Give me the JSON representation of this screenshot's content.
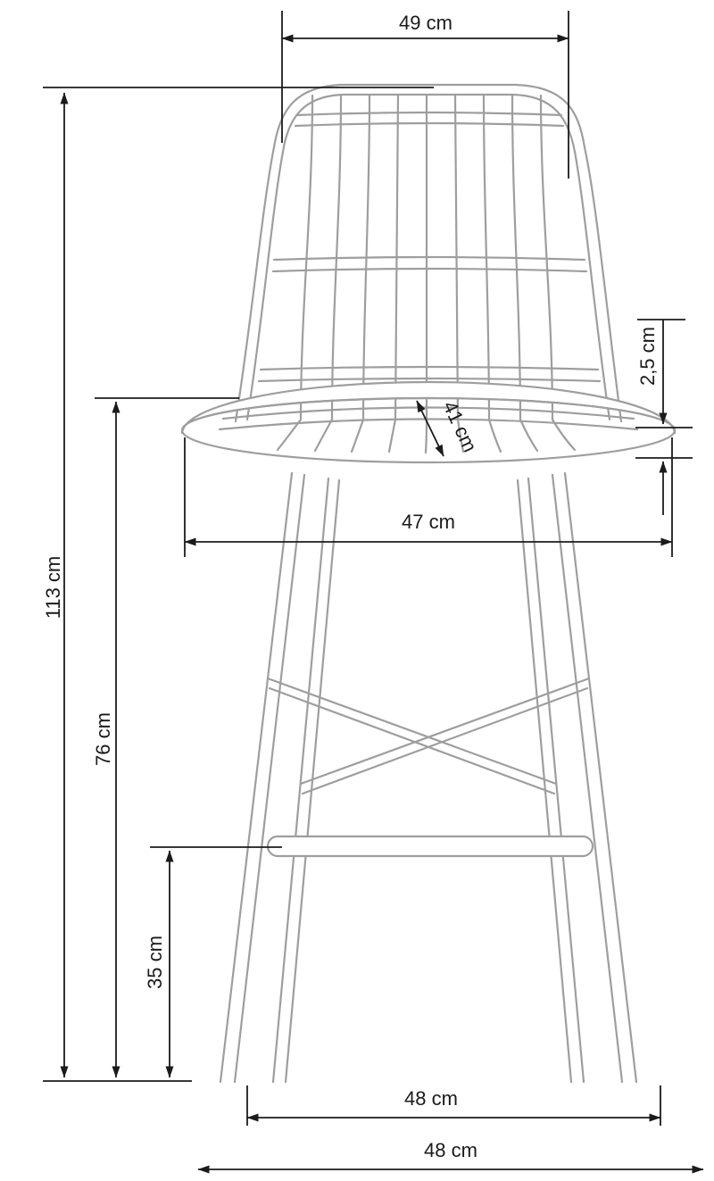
{
  "diagram": {
    "subject": "bar-stool-dimension-drawing",
    "labels": {
      "backrest_width": "49 cm",
      "total_height": "113 cm",
      "seat_height": "76 cm",
      "footrest_height": "35 cm",
      "seat_width": "47 cm",
      "seat_depth": "41 cm",
      "seat_thickness": "2,5 cm",
      "leg_span_front": "48 cm",
      "leg_span_outer": "48 cm"
    },
    "colors": {
      "background": "#ffffff",
      "chair": "#9e9e9e",
      "dimension": "#1b1b1b"
    }
  }
}
